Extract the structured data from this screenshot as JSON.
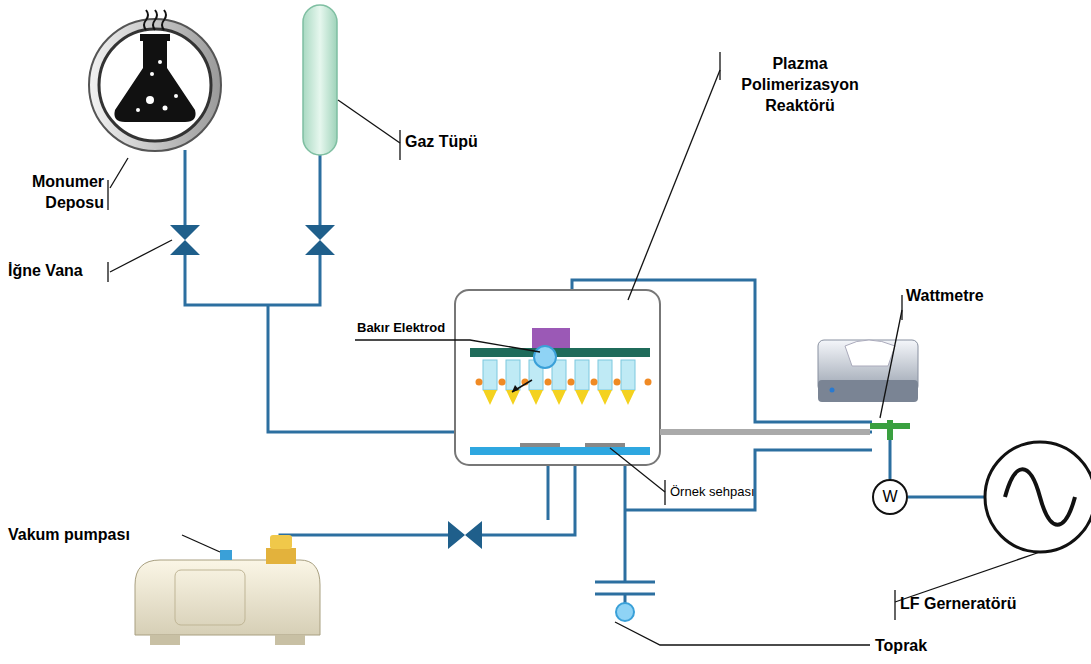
{
  "diagram": {
    "nodes": [
      {
        "text": [
          "W"
        ]
      }
    ],
    "labels": [
      "Gaz Tüpü",
      "Monumer Deposu",
      "İğne Vana",
      "Plazma Polimerizasyon Reaktörü",
      "Bakır Elektrod",
      "Wattmetre",
      "Örnek sehpası",
      "Vakum pumpası",
      "LF Gerneratörü",
      "Toprak"
    ]
  }
}
